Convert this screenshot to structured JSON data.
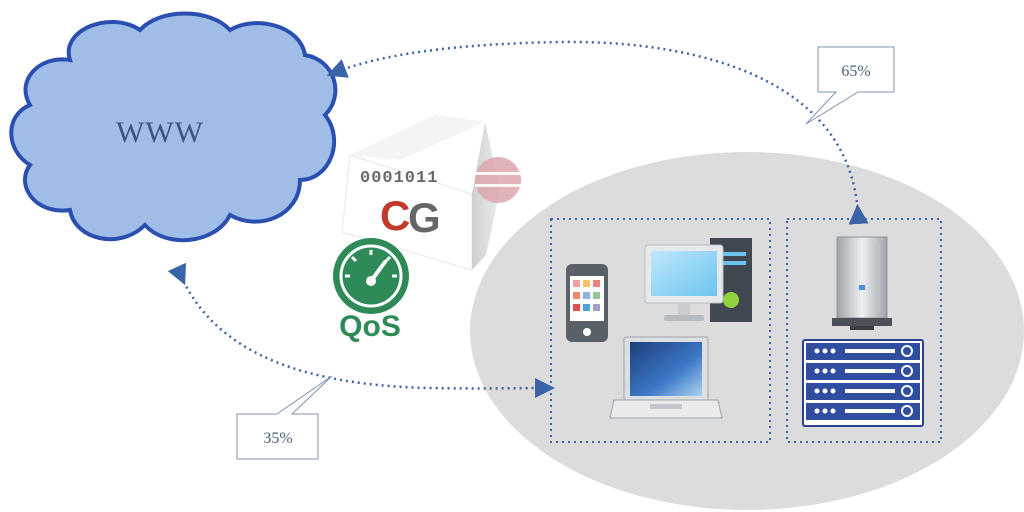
{
  "cloud": {
    "label": "WWW"
  },
  "cube": {
    "bits": "0001011",
    "letter_c": "C",
    "letter_g": "G"
  },
  "qos": {
    "label": "QoS"
  },
  "callouts": {
    "upper": "65%",
    "lower": "35%"
  },
  "colors": {
    "cloud_fill": "#9fbde6",
    "cloud_stroke": "#2a4fb0",
    "arrow": "#3a63a8",
    "ellipse": "#dcdcdc",
    "qos_green": "#2e8a57",
    "cg_red": "#c0392b",
    "cg_gray": "#666666"
  },
  "icons": [
    "cloud-icon",
    "cube-icon",
    "gauge-icon",
    "smartphone-icon",
    "desktop-monitor-icon",
    "tower-pc-icon",
    "laptop-icon",
    "server-tower-icon",
    "rack-server-icon"
  ]
}
